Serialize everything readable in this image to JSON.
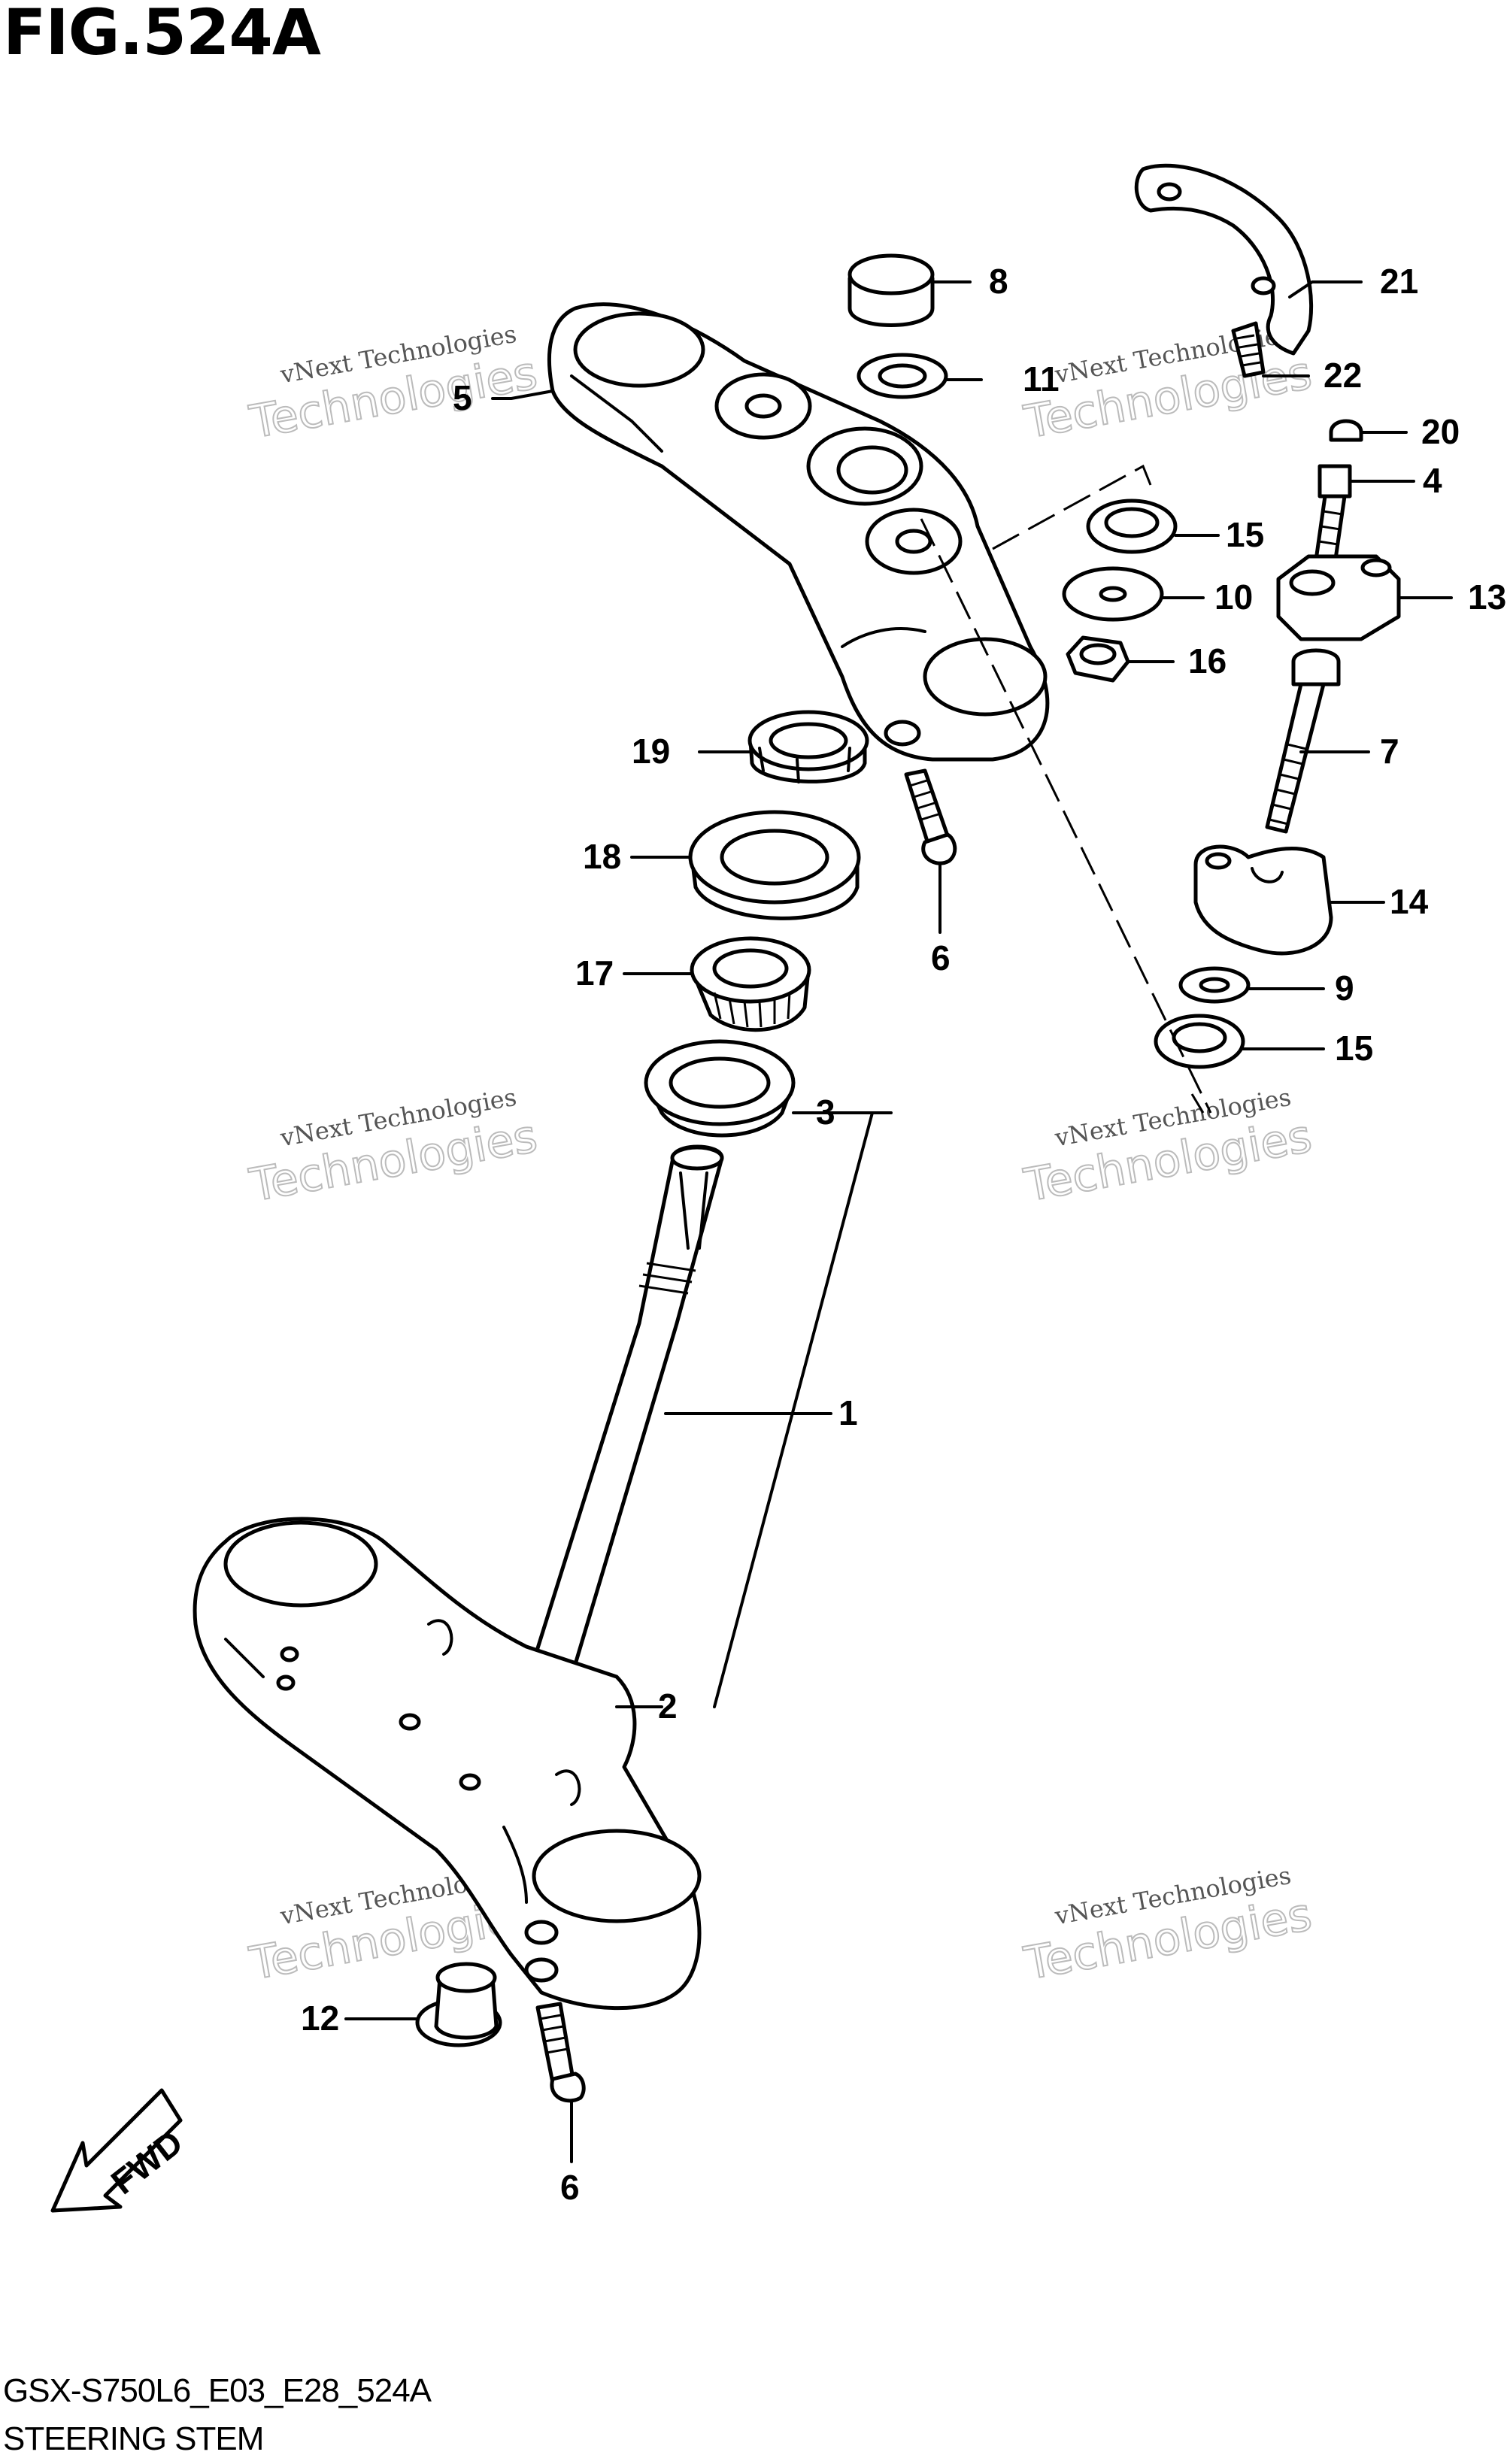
{
  "figure": {
    "title": "FIG.524A",
    "footer_code": "GSX-S750L6_E03_E28_524A",
    "footer_caption": "STEERING STEM",
    "fwd_label": "FWD"
  },
  "watermark": {
    "line1": "vNext Technologies",
    "line2": "Technologies"
  },
  "callouts": [
    {
      "id": "c8",
      "label": "8"
    },
    {
      "id": "c21",
      "label": "21"
    },
    {
      "id": "c5",
      "label": "5"
    },
    {
      "id": "c11",
      "label": "11"
    },
    {
      "id": "c22",
      "label": "22"
    },
    {
      "id": "c20",
      "label": "20"
    },
    {
      "id": "c4",
      "label": "4"
    },
    {
      "id": "c15a",
      "label": "15"
    },
    {
      "id": "c10",
      "label": "10"
    },
    {
      "id": "c13",
      "label": "13"
    },
    {
      "id": "c16",
      "label": "16"
    },
    {
      "id": "c7",
      "label": "7"
    },
    {
      "id": "c19",
      "label": "19"
    },
    {
      "id": "c18",
      "label": "18"
    },
    {
      "id": "c14",
      "label": "14"
    },
    {
      "id": "c6a",
      "label": "6"
    },
    {
      "id": "c17",
      "label": "17"
    },
    {
      "id": "c9",
      "label": "9"
    },
    {
      "id": "c15b",
      "label": "15"
    },
    {
      "id": "c3",
      "label": "3"
    },
    {
      "id": "c1",
      "label": "1"
    },
    {
      "id": "c2",
      "label": "2"
    },
    {
      "id": "c12",
      "label": "12"
    },
    {
      "id": "c6b",
      "label": "6"
    }
  ]
}
